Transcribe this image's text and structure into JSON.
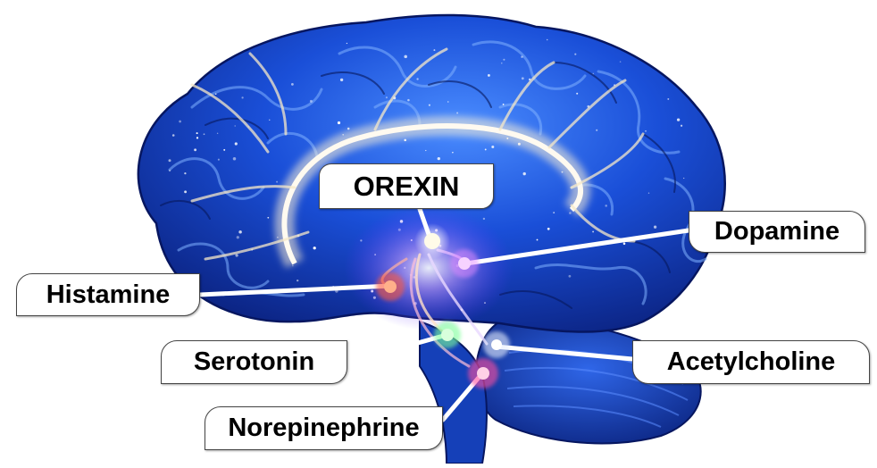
{
  "labels": {
    "orexin": "OREXIN",
    "dopamine": "Dopamine",
    "histamine": "Histamine",
    "serotonin": "Serotonin",
    "acetylcholine": "Acetylcholine",
    "norepinephrine": "Norepinephrine"
  },
  "colors": {
    "brain_dark": "#0a1f7a",
    "brain_mid": "#1a4fd8",
    "brain_light": "#4a8cff",
    "pathway_glow": "#fff3d6",
    "node_orexin": "#fffbe8",
    "node_dopamine": "#e48cff",
    "node_histamine": "#ff5a3c",
    "node_serotonin": "#7dff9a",
    "node_acetylcholine": "#e8f0ff",
    "node_norepinephrine": "#ff4fa0",
    "connector": "#ffffff"
  }
}
